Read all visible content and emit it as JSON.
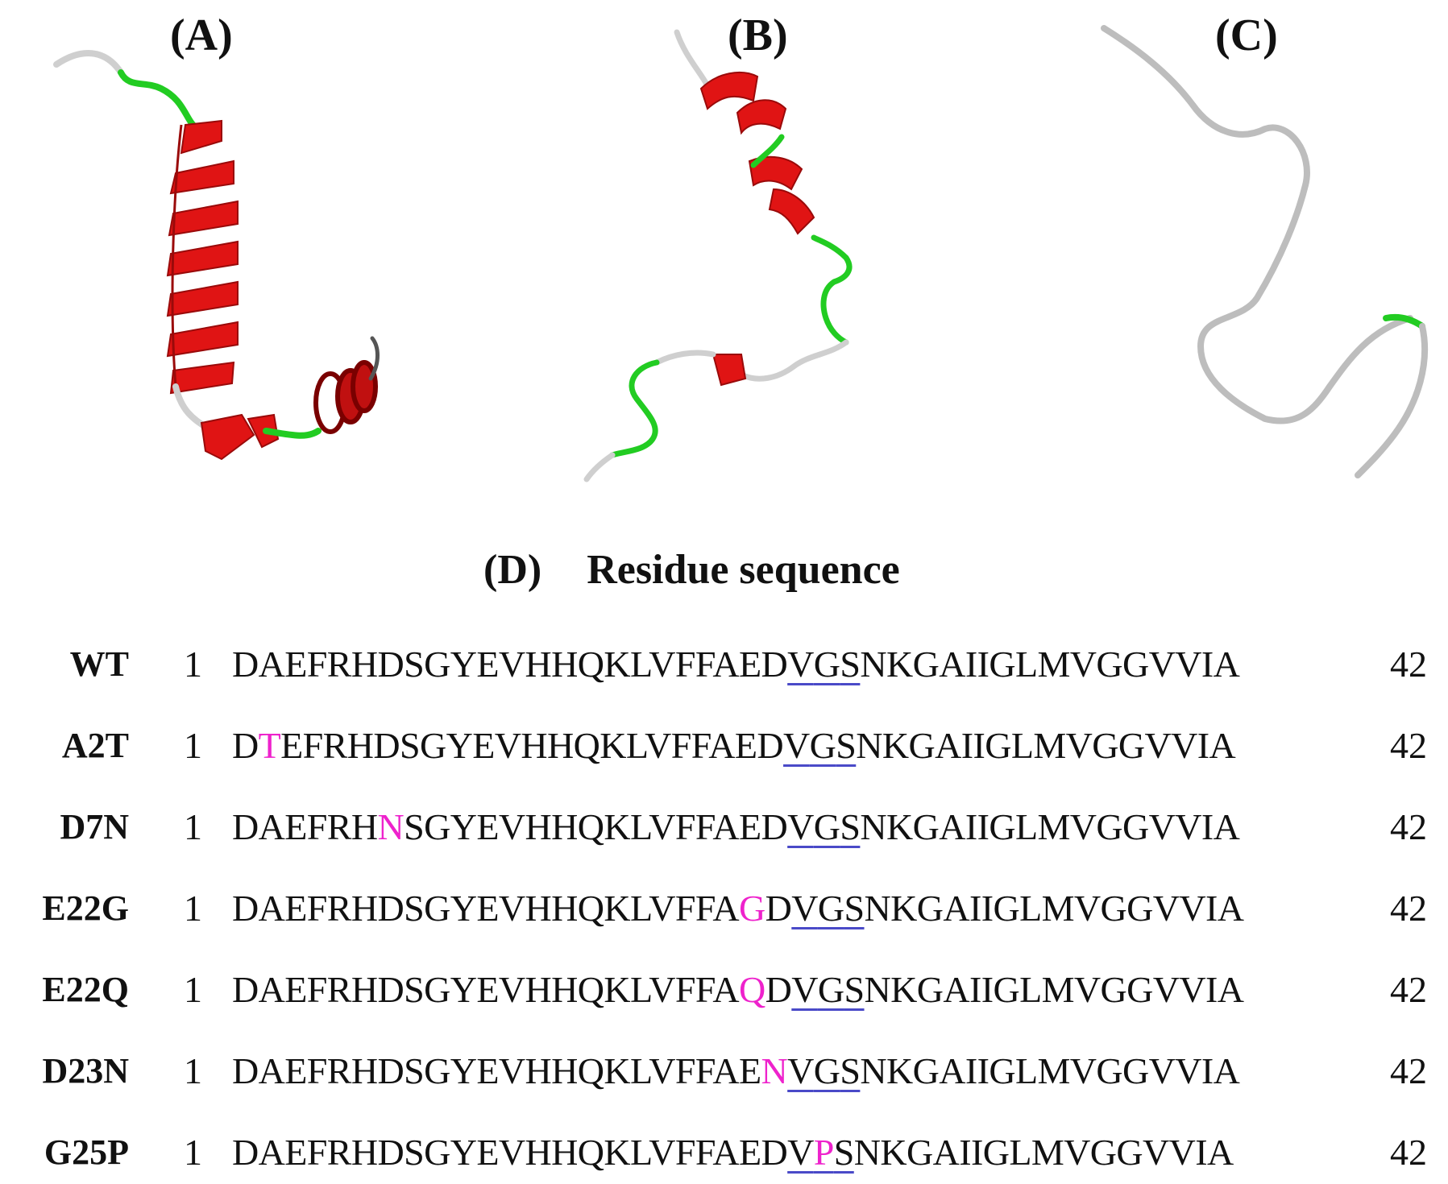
{
  "panels": {
    "a_label": "(A)",
    "b_label": "(B)",
    "c_label": "(C)"
  },
  "colors": {
    "helix": "#e01414",
    "turn": "#22cc22",
    "coil": "#cfcfcf",
    "mutation": "#ee22cc",
    "underline": "#4a4ac8",
    "text": "#111111"
  },
  "section_d": {
    "label": "(D)",
    "title": "Residue sequence"
  },
  "sequences": [
    {
      "name": "WT",
      "start": "1",
      "end": "42",
      "residues": "DAEFRHDSGYEVHHQKLVFFAEDVGSNKGAIIGLMVGGVVIA",
      "mutation_positions": []
    },
    {
      "name": "A2T",
      "start": "1",
      "end": "42",
      "residues": "DTEFRHDSGYEVHHQKLVFFAEDVGSNKGAIIGLMVGGVVIA",
      "mutation_positions": [
        2
      ]
    },
    {
      "name": "D7N",
      "start": "1",
      "end": "42",
      "residues": "DAEFRHNSGYEVHHQKLVFFAEDVGSNKGAIIGLMVGGVVIA",
      "mutation_positions": [
        7
      ]
    },
    {
      "name": "E22G",
      "start": "1",
      "end": "42",
      "residues": "DAEFRHDSGYEVHHQKLVFFAGDVGSNKGAIIGLMVGGVVIA",
      "mutation_positions": [
        22
      ]
    },
    {
      "name": "E22Q",
      "start": "1",
      "end": "42",
      "residues": "DAEFRHDSGYEVHHQKLVFFAQDVGSNKGAIIGLMVGGVVIA",
      "mutation_positions": [
        22
      ]
    },
    {
      "name": "D23N",
      "start": "1",
      "end": "42",
      "residues": "DAEFRHDSGYEVHHQKLVFFAENVGSNKGAIIGLMVGGVVIA",
      "mutation_positions": [
        23
      ]
    },
    {
      "name": "G25P",
      "start": "1",
      "end": "42",
      "residues": "DAEFRHDSGYEVHHQKLVFFAEDVPSNKGAIIGLMVGGVVIA",
      "mutation_positions": [
        25
      ]
    }
  ],
  "underlined_positions": [
    24,
    25,
    26
  ]
}
